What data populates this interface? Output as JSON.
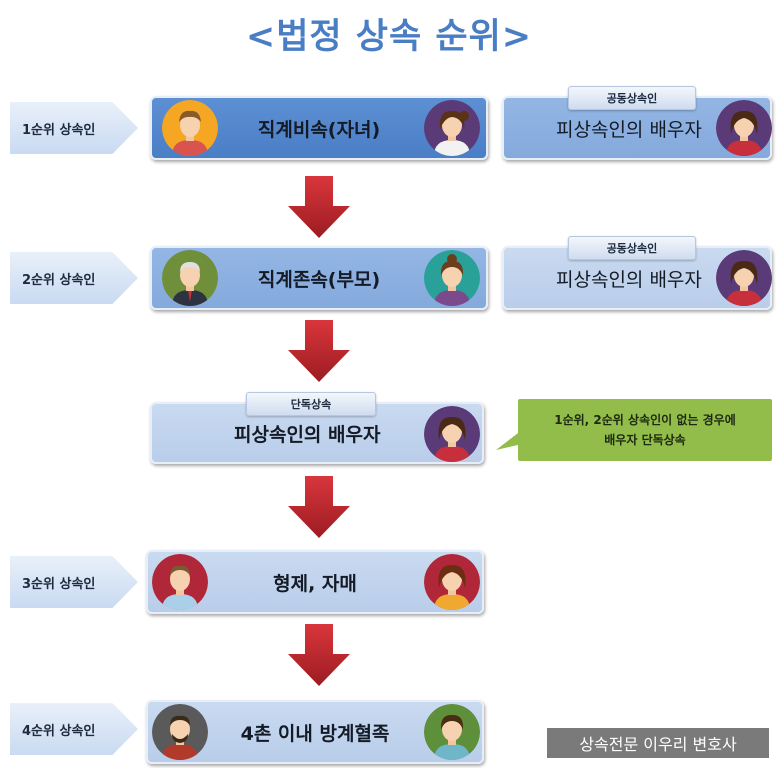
{
  "title": "<법정 상속 순위>",
  "ranks": {
    "r1": "1순위 상속인",
    "r2": "2순위 상속인",
    "r3": "3순위 상속인",
    "r4": "4순위 상속인"
  },
  "boxes": {
    "descendants": "직계비속(자녀)",
    "ascendants": "직계존속(부모)",
    "spouse_sole": "피상속인의 배우자",
    "siblings": "형제, 자매",
    "collateral": "4촌 이내 방계혈족",
    "spouse_joint_1": "피상속인의 배우자",
    "spouse_joint_2": "피상속인의 배우자"
  },
  "badges": {
    "joint_1": "공동상속인",
    "joint_2": "공동상속인",
    "sole": "단독상속"
  },
  "note": {
    "line1": "1순위, 2순위 상속인이 없는 경우에",
    "line2": "배우자 단독상속"
  },
  "footer": "상속전문 이우리 변호사",
  "colors": {
    "title": "#4a7ec4",
    "arrow": "#c0272d",
    "note": "#92bd4a",
    "box_dark": "#4a7ec5",
    "box_mid": "#84a9dc",
    "box_light": "#b9cdea"
  }
}
